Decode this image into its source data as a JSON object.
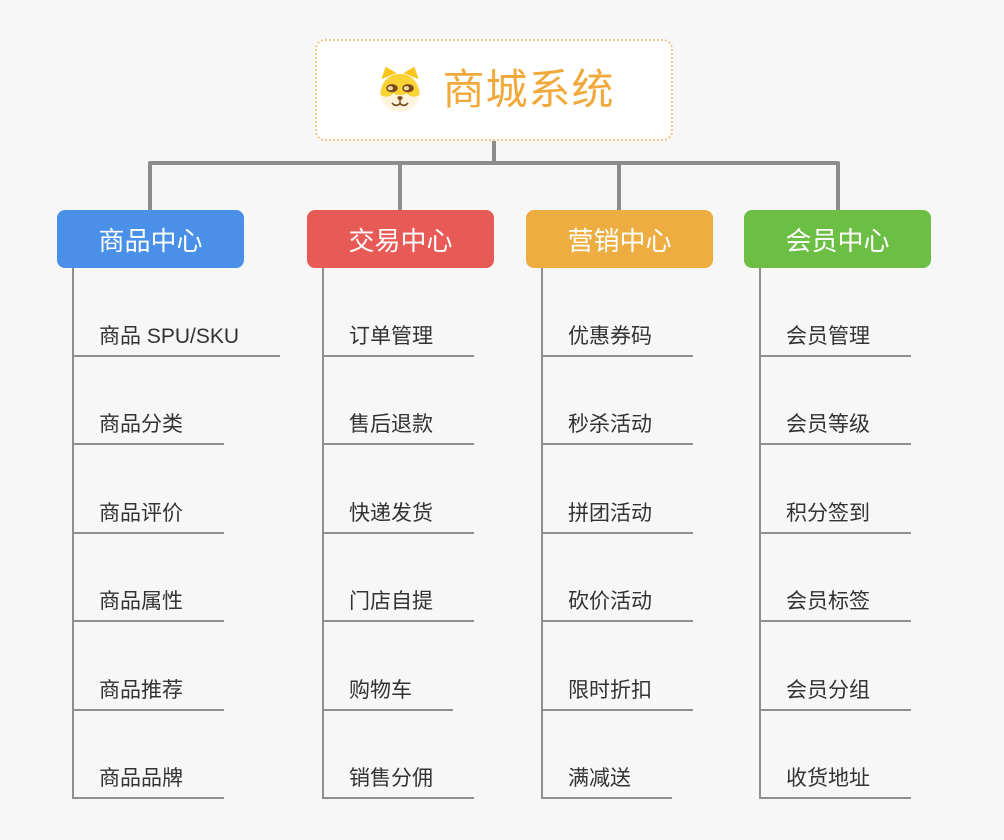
{
  "canvas": {
    "background_color": "#f7f7f7",
    "connector_color": "#8c8c8c"
  },
  "root": {
    "label": "商城系统",
    "icon": "shiba-dog-icon",
    "accent_color": "#f2a93c",
    "border_color": "#f2c889"
  },
  "branches": [
    {
      "label": "商品中心",
      "color": "#4a90e8",
      "items": [
        "商品 SPU/SKU",
        "商品分类",
        "商品评价",
        "商品属性",
        "商品推荐",
        "商品品牌"
      ]
    },
    {
      "label": "交易中心",
      "color": "#e85a56",
      "items": [
        "订单管理",
        "售后退款",
        "快递发货",
        "门店自提",
        "购物车",
        "销售分佣"
      ]
    },
    {
      "label": "营销中心",
      "color": "#edad40",
      "items": [
        "优惠券码",
        "秒杀活动",
        "拼团活动",
        "砍价活动",
        "限时折扣",
        "满减送"
      ]
    },
    {
      "label": "会员中心",
      "color": "#6cbe44",
      "items": [
        "会员管理",
        "会员等级",
        "积分签到",
        "会员标签",
        "会员分组",
        "收货地址"
      ]
    }
  ]
}
